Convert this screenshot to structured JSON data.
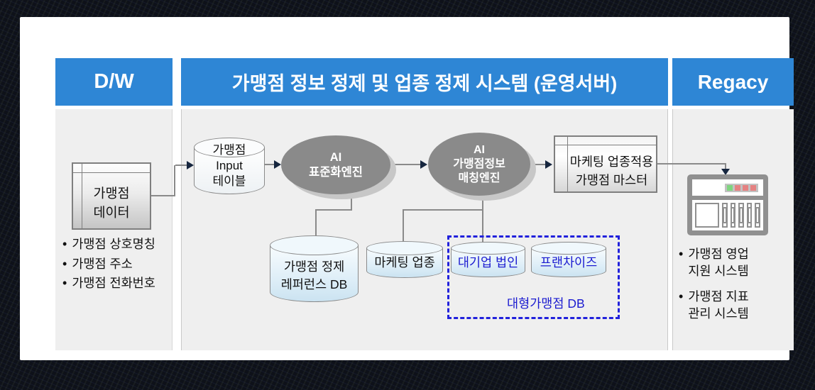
{
  "colors": {
    "header_blue": "#2E86D5",
    "panel_gray": "#EFEFEF",
    "engine_gray": "#8A8A8A",
    "flow_arrow_navy": "#16263F",
    "dashed_box_blue": "#2121DC",
    "db_text_blue": "#1B1BD0",
    "led_green": "#7FD47F",
    "led_red": "#E58282"
  },
  "headers": {
    "left": "D/W",
    "center": "가맹점 정보 정제 및 업종 정제 시스템 (운영서버)",
    "right": "Regacy"
  },
  "dw_panel": {
    "data_box_label": "가맹점\n데이터",
    "bullets": [
      "가맹점 상호명칭",
      "가맹점 주소",
      "가맹점 전화번호"
    ]
  },
  "main_panel": {
    "input_table_label": "가맹점\nInput\n테이블",
    "standardize_engine_label": "AI\n표준화엔진",
    "matching_engine_label": "AI\n가맹점정보\n매칭엔진",
    "master_box_label": "마케팅 업종적용\n가맹점 마스터",
    "reference_db_label": "가맹점 정제\n레퍼런스 DB",
    "marketing_db_label": "마케팅 업종",
    "large_db_group": {
      "corp_db_label": "대기업 법인",
      "franchise_db_label": "프랜차이즈",
      "group_label": "대형가맹점 DB"
    }
  },
  "regacy_panel": {
    "bullets": [
      "가맹점 영업\n지원 시스템",
      "가맹점 지표\n관리 시스템"
    ]
  },
  "icons": {
    "legacy_server": "server-icon"
  }
}
